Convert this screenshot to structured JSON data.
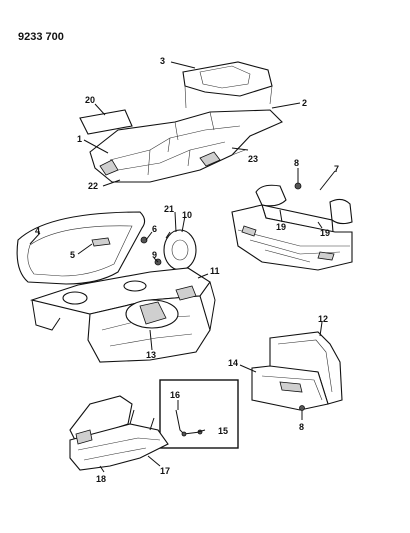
{
  "diagram_code": "9233 700",
  "callouts": {
    "c1": "1",
    "c2": "2",
    "c3": "3",
    "c4": "4",
    "c5": "5",
    "c6": "6",
    "c7": "7",
    "c8a": "8",
    "c8b": "8",
    "c9": "9",
    "c10": "10",
    "c11": "11",
    "c12": "12",
    "c13": "13",
    "c14": "14",
    "c15": "15",
    "c16": "16",
    "c17": "17",
    "c18": "18",
    "c19a": "19",
    "c19b": "19",
    "c20": "20",
    "c21": "21",
    "c22": "22",
    "c23": "23"
  }
}
